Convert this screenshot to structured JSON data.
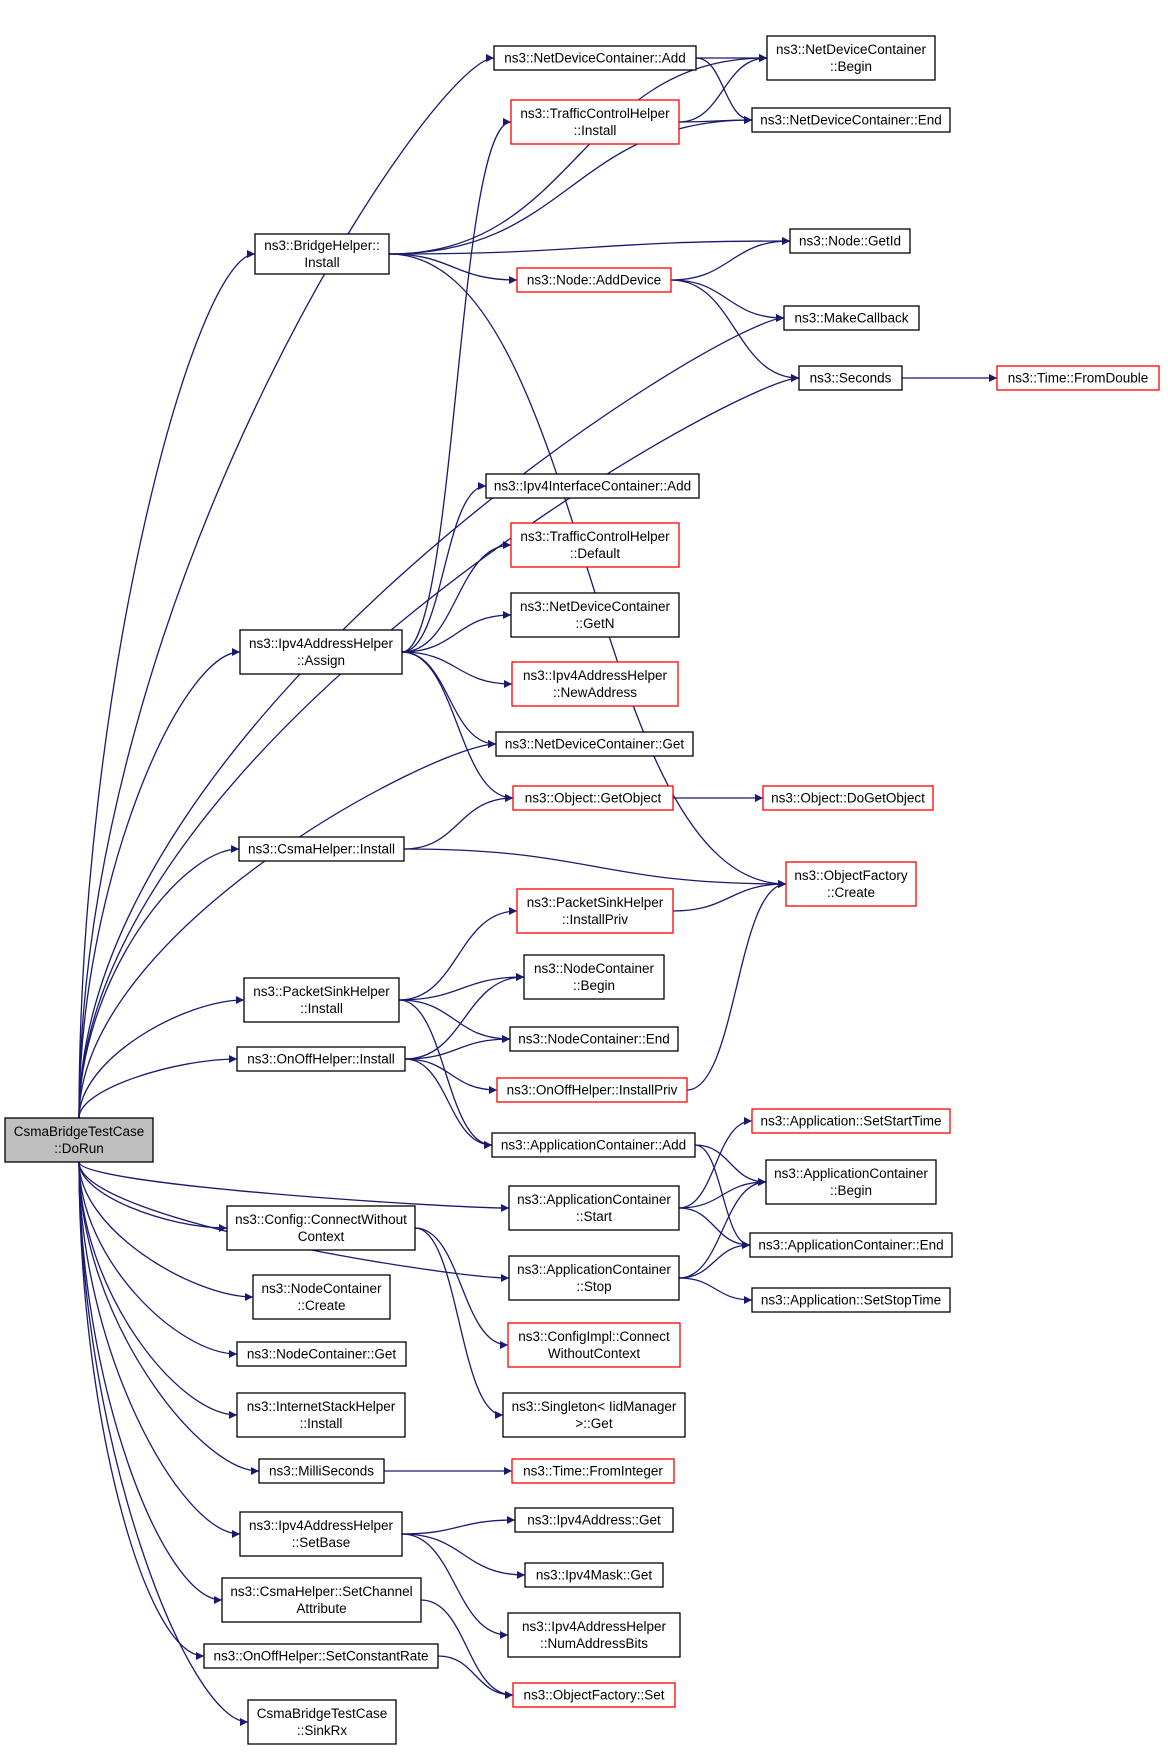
{
  "colors": {
    "edge": "#191970",
    "border_default": "#000000",
    "border_undocumented": "#ff0000",
    "root_fill": "#bfbfbf"
  },
  "nodes": {
    "root": {
      "lines": [
        "CsmaBridgeTestCase",
        "::DoRun"
      ],
      "style": "root"
    },
    "bridge_install": {
      "lines": [
        "ns3::BridgeHelper::",
        "Install"
      ],
      "style": "black"
    },
    "ndc_add": {
      "lines": [
        "ns3::NetDeviceContainer::Add"
      ],
      "style": "black"
    },
    "ndc_begin": {
      "lines": [
        "ns3::NetDeviceContainer",
        "::Begin"
      ],
      "style": "black"
    },
    "tch_install": {
      "lines": [
        "ns3::TrafficControlHelper",
        "::Install"
      ],
      "style": "red"
    },
    "ndc_end": {
      "lines": [
        "ns3::NetDeviceContainer::End"
      ],
      "style": "black"
    },
    "node_getid": {
      "lines": [
        "ns3::Node::GetId"
      ],
      "style": "black"
    },
    "node_adddevice": {
      "lines": [
        "ns3::Node::AddDevice"
      ],
      "style": "red"
    },
    "makecallback": {
      "lines": [
        "ns3::MakeCallback"
      ],
      "style": "black"
    },
    "seconds": {
      "lines": [
        "ns3::Seconds"
      ],
      "style": "black"
    },
    "time_fromdouble": {
      "lines": [
        "ns3::Time::FromDouble"
      ],
      "style": "red"
    },
    "ipv4ic_add": {
      "lines": [
        "ns3::Ipv4InterfaceContainer::Add"
      ],
      "style": "black"
    },
    "tch_default": {
      "lines": [
        "ns3::TrafficControlHelper",
        "::Default"
      ],
      "style": "red"
    },
    "ndc_getn": {
      "lines": [
        "ns3::NetDeviceContainer",
        "::GetN"
      ],
      "style": "black"
    },
    "ipv4ah_assign": {
      "lines": [
        "ns3::Ipv4AddressHelper",
        "::Assign"
      ],
      "style": "black"
    },
    "ipv4ah_newaddress": {
      "lines": [
        "ns3::Ipv4AddressHelper",
        "::NewAddress"
      ],
      "style": "red"
    },
    "ndc_get": {
      "lines": [
        "ns3::NetDeviceContainer::Get"
      ],
      "style": "black"
    },
    "object_getobject": {
      "lines": [
        "ns3::Object::GetObject"
      ],
      "style": "red"
    },
    "object_dogetobject": {
      "lines": [
        "ns3::Object::DoGetObject"
      ],
      "style": "red"
    },
    "csma_install": {
      "lines": [
        "ns3::CsmaHelper::Install"
      ],
      "style": "black"
    },
    "objfactory_create": {
      "lines": [
        "ns3::ObjectFactory",
        "::Create"
      ],
      "style": "red"
    },
    "psh_installpriv": {
      "lines": [
        "ns3::PacketSinkHelper",
        "::InstallPriv"
      ],
      "style": "red"
    },
    "psh_install": {
      "lines": [
        "ns3::PacketSinkHelper",
        "::Install"
      ],
      "style": "black"
    },
    "nc_begin": {
      "lines": [
        "ns3::NodeContainer",
        "::Begin"
      ],
      "style": "black"
    },
    "nc_end": {
      "lines": [
        "ns3::NodeContainer::End"
      ],
      "style": "black"
    },
    "onoff_install": {
      "lines": [
        "ns3::OnOffHelper::Install"
      ],
      "style": "black"
    },
    "onoff_installpriv": {
      "lines": [
        "ns3::OnOffHelper::InstallPriv"
      ],
      "style": "red"
    },
    "app_setstarttime": {
      "lines": [
        "ns3::Application::SetStartTime"
      ],
      "style": "red"
    },
    "ac_add": {
      "lines": [
        "ns3::ApplicationContainer::Add"
      ],
      "style": "black"
    },
    "ac_begin": {
      "lines": [
        "ns3::ApplicationContainer",
        "::Begin"
      ],
      "style": "black"
    },
    "ac_start": {
      "lines": [
        "ns3::ApplicationContainer",
        "::Start"
      ],
      "style": "black"
    },
    "config_connect": {
      "lines": [
        "ns3::Config::ConnectWithout",
        "Context"
      ],
      "style": "black"
    },
    "ac_end": {
      "lines": [
        "ns3::ApplicationContainer::End"
      ],
      "style": "black"
    },
    "ac_stop": {
      "lines": [
        "ns3::ApplicationContainer",
        "::Stop"
      ],
      "style": "black"
    },
    "app_setstoptime": {
      "lines": [
        "ns3::Application::SetStopTime"
      ],
      "style": "black"
    },
    "nc_create": {
      "lines": [
        "ns3::NodeContainer",
        "::Create"
      ],
      "style": "black"
    },
    "configimpl_connect": {
      "lines": [
        "ns3::ConfigImpl::Connect",
        "WithoutContext"
      ],
      "style": "red"
    },
    "nc_get": {
      "lines": [
        "ns3::NodeContainer::Get"
      ],
      "style": "black"
    },
    "ish_install": {
      "lines": [
        "ns3::InternetStackHelper",
        "::Install"
      ],
      "style": "black"
    },
    "singleton_get": {
      "lines": [
        "ns3::Singleton< IidManager",
        ">::Get"
      ],
      "style": "black"
    },
    "milliseconds": {
      "lines": [
        "ns3::MilliSeconds"
      ],
      "style": "black"
    },
    "time_frominteger": {
      "lines": [
        "ns3::Time::FromInteger"
      ],
      "style": "red"
    },
    "ipv4ah_setbase": {
      "lines": [
        "ns3::Ipv4AddressHelper",
        "::SetBase"
      ],
      "style": "black"
    },
    "ipv4addr_get": {
      "lines": [
        "ns3::Ipv4Address::Get"
      ],
      "style": "black"
    },
    "ipv4mask_get": {
      "lines": [
        "ns3::Ipv4Mask::Get"
      ],
      "style": "black"
    },
    "csma_setchannelattr": {
      "lines": [
        "ns3::CsmaHelper::SetChannel",
        "Attribute"
      ],
      "style": "black"
    },
    "ipv4ah_numaddressbits": {
      "lines": [
        "ns3::Ipv4AddressHelper",
        "::NumAddressBits"
      ],
      "style": "black"
    },
    "onoff_setconstantrate": {
      "lines": [
        "ns3::OnOffHelper::SetConstantRate"
      ],
      "style": "black"
    },
    "objfactory_set": {
      "lines": [
        "ns3::ObjectFactory::Set"
      ],
      "style": "red"
    },
    "sinkrx": {
      "lines": [
        "CsmaBridgeTestCase",
        "::SinkRx"
      ],
      "style": "black"
    }
  },
  "edges": [
    [
      "root",
      "bridge_install"
    ],
    [
      "root",
      "ndc_add"
    ],
    [
      "root",
      "makecallback"
    ],
    [
      "root",
      "seconds"
    ],
    [
      "root",
      "ipv4ah_assign"
    ],
    [
      "root",
      "ndc_get"
    ],
    [
      "root",
      "csma_install"
    ],
    [
      "root",
      "psh_install"
    ],
    [
      "root",
      "onoff_install"
    ],
    [
      "root",
      "ac_start"
    ],
    [
      "root",
      "ac_stop"
    ],
    [
      "root",
      "config_connect"
    ],
    [
      "root",
      "nc_create"
    ],
    [
      "root",
      "nc_get"
    ],
    [
      "root",
      "ish_install"
    ],
    [
      "root",
      "milliseconds"
    ],
    [
      "root",
      "ipv4ah_setbase"
    ],
    [
      "root",
      "csma_setchannelattr"
    ],
    [
      "root",
      "onoff_setconstantrate"
    ],
    [
      "root",
      "sinkrx"
    ],
    [
      "bridge_install",
      "ndc_begin"
    ],
    [
      "bridge_install",
      "ndc_end"
    ],
    [
      "bridge_install",
      "node_getid"
    ],
    [
      "bridge_install",
      "node_adddevice"
    ],
    [
      "bridge_install",
      "objfactory_create"
    ],
    [
      "ndc_add",
      "ndc_begin"
    ],
    [
      "ndc_add",
      "ndc_end"
    ],
    [
      "tch_install",
      "ndc_begin"
    ],
    [
      "tch_install",
      "ndc_end"
    ],
    [
      "node_adddevice",
      "node_getid"
    ],
    [
      "node_adddevice",
      "makecallback"
    ],
    [
      "node_adddevice",
      "seconds"
    ],
    [
      "seconds",
      "time_fromdouble"
    ],
    [
      "ipv4ah_assign",
      "tch_install"
    ],
    [
      "ipv4ah_assign",
      "ipv4ic_add"
    ],
    [
      "ipv4ah_assign",
      "tch_default"
    ],
    [
      "ipv4ah_assign",
      "ndc_getn"
    ],
    [
      "ipv4ah_assign",
      "ipv4ah_newaddress"
    ],
    [
      "ipv4ah_assign",
      "ndc_get"
    ],
    [
      "ipv4ah_assign",
      "object_getobject"
    ],
    [
      "object_getobject",
      "object_dogetobject"
    ],
    [
      "csma_install",
      "object_getobject"
    ],
    [
      "csma_install",
      "objfactory_create"
    ],
    [
      "psh_installpriv",
      "objfactory_create"
    ],
    [
      "psh_install",
      "psh_installpriv"
    ],
    [
      "psh_install",
      "nc_begin"
    ],
    [
      "psh_install",
      "nc_end"
    ],
    [
      "psh_install",
      "ac_add"
    ],
    [
      "onoff_install",
      "nc_begin"
    ],
    [
      "onoff_install",
      "nc_end"
    ],
    [
      "onoff_install",
      "onoff_installpriv"
    ],
    [
      "onoff_install",
      "ac_add"
    ],
    [
      "onoff_installpriv",
      "objfactory_create"
    ],
    [
      "ac_add",
      "ac_begin"
    ],
    [
      "ac_add",
      "ac_end"
    ],
    [
      "ac_start",
      "app_setstarttime"
    ],
    [
      "ac_start",
      "ac_begin"
    ],
    [
      "ac_start",
      "ac_end"
    ],
    [
      "ac_stop",
      "ac_begin"
    ],
    [
      "ac_stop",
      "ac_end"
    ],
    [
      "ac_stop",
      "app_setstoptime"
    ],
    [
      "config_connect",
      "configimpl_connect"
    ],
    [
      "config_connect",
      "singleton_get"
    ],
    [
      "milliseconds",
      "time_frominteger"
    ],
    [
      "ipv4ah_setbase",
      "ipv4addr_get"
    ],
    [
      "ipv4ah_setbase",
      "ipv4mask_get"
    ],
    [
      "ipv4ah_setbase",
      "ipv4ah_numaddressbits"
    ],
    [
      "csma_setchannelattr",
      "objfactory_set"
    ],
    [
      "onoff_setconstantrate",
      "objfactory_set"
    ]
  ]
}
